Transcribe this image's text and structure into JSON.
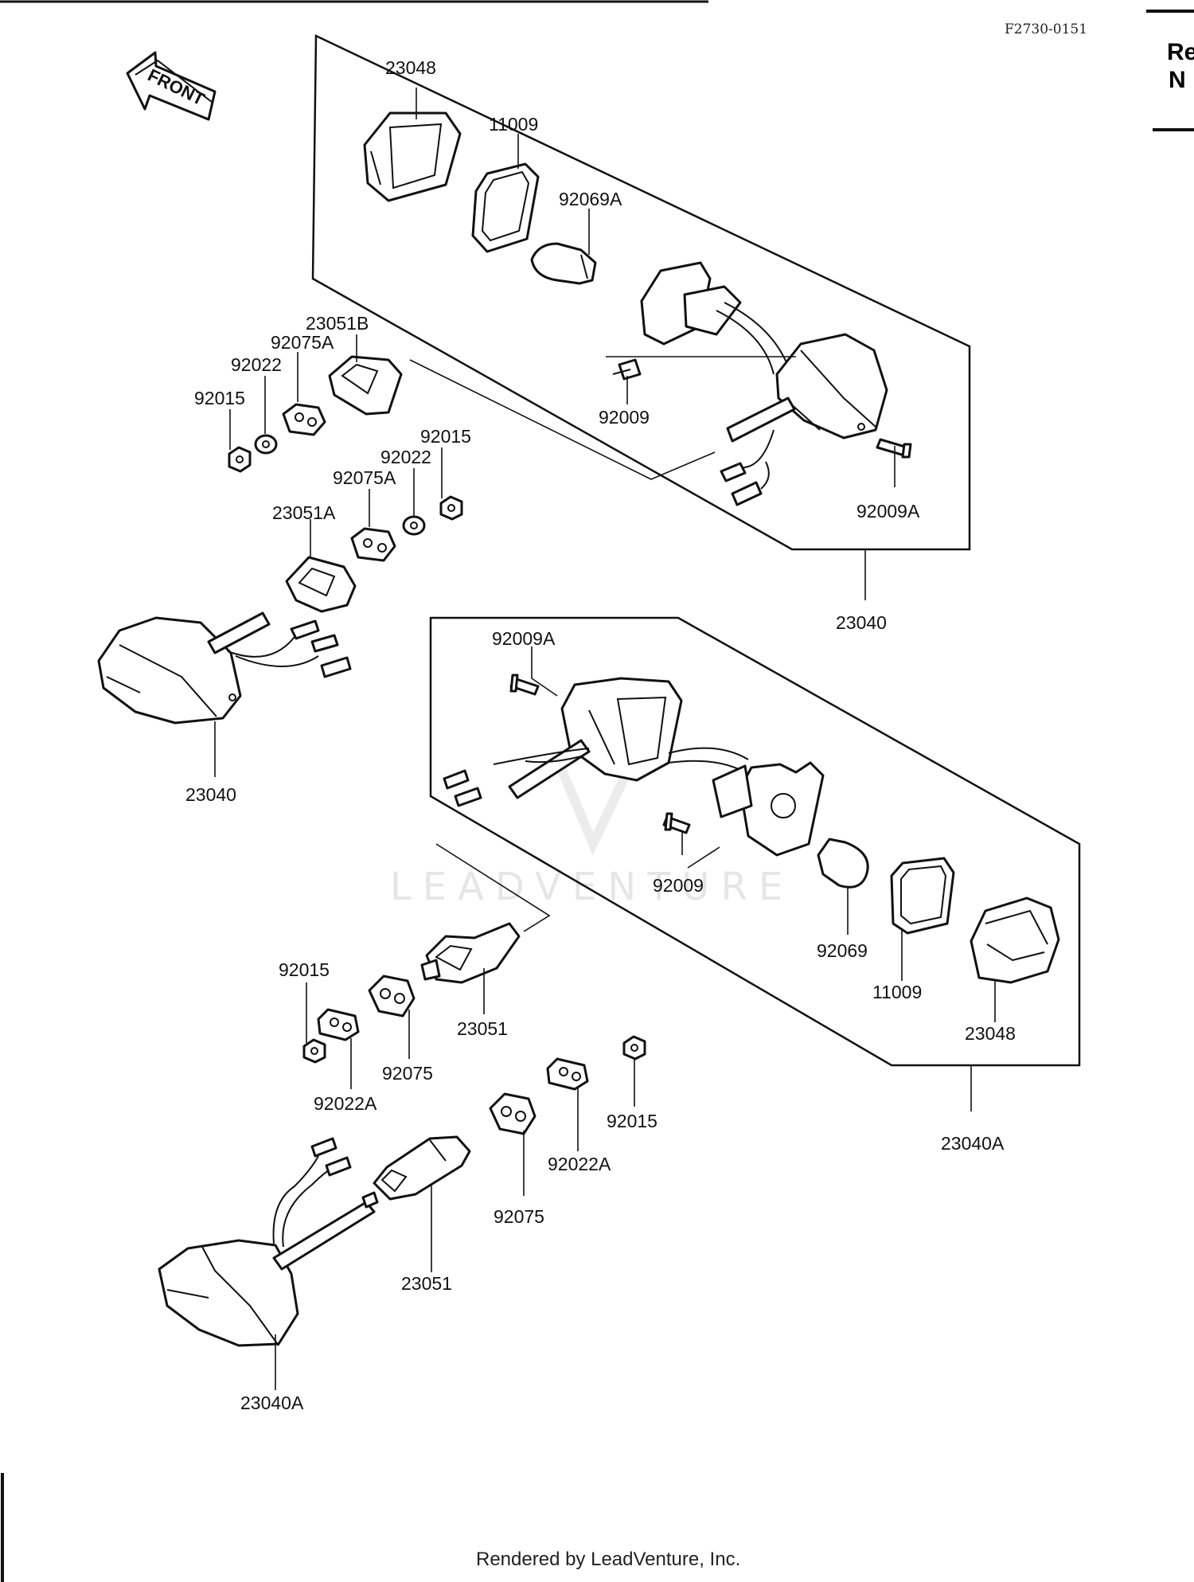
{
  "diagram": {
    "code": "F2730-0151",
    "front_label": "FRONT",
    "side_text": [
      "Re",
      "N"
    ],
    "watermark": "LEADVENTURE",
    "footer": "Rendered by LeadVenture, Inc."
  },
  "callouts": [
    {
      "id": "c01",
      "text": "23048"
    },
    {
      "id": "c02",
      "text": "11009"
    },
    {
      "id": "c03",
      "text": "92069A"
    },
    {
      "id": "c04",
      "text": "23051B"
    },
    {
      "id": "c05",
      "text": "92075A"
    },
    {
      "id": "c06",
      "text": "92022"
    },
    {
      "id": "c07",
      "text": "92015"
    },
    {
      "id": "c08",
      "text": "92009"
    },
    {
      "id": "c09",
      "text": "92015"
    },
    {
      "id": "c10",
      "text": "92022"
    },
    {
      "id": "c11",
      "text": "92075A"
    },
    {
      "id": "c12",
      "text": "92009A"
    },
    {
      "id": "c13",
      "text": "23051A"
    },
    {
      "id": "c14",
      "text": "23040"
    },
    {
      "id": "c15",
      "text": "23040"
    },
    {
      "id": "c16",
      "text": "92009A"
    },
    {
      "id": "c17",
      "text": "92009"
    },
    {
      "id": "c18",
      "text": "92069"
    },
    {
      "id": "c19",
      "text": "11009"
    },
    {
      "id": "c20",
      "text": "23048"
    },
    {
      "id": "c21",
      "text": "92015"
    },
    {
      "id": "c22",
      "text": "23051"
    },
    {
      "id": "c23",
      "text": "92075"
    },
    {
      "id": "c24",
      "text": "92022A"
    },
    {
      "id": "c25",
      "text": "92015"
    },
    {
      "id": "c26",
      "text": "23040A"
    },
    {
      "id": "c27",
      "text": "92022A"
    },
    {
      "id": "c28",
      "text": "92075"
    },
    {
      "id": "c29",
      "text": "23051"
    },
    {
      "id": "c30",
      "text": "23040A"
    }
  ]
}
